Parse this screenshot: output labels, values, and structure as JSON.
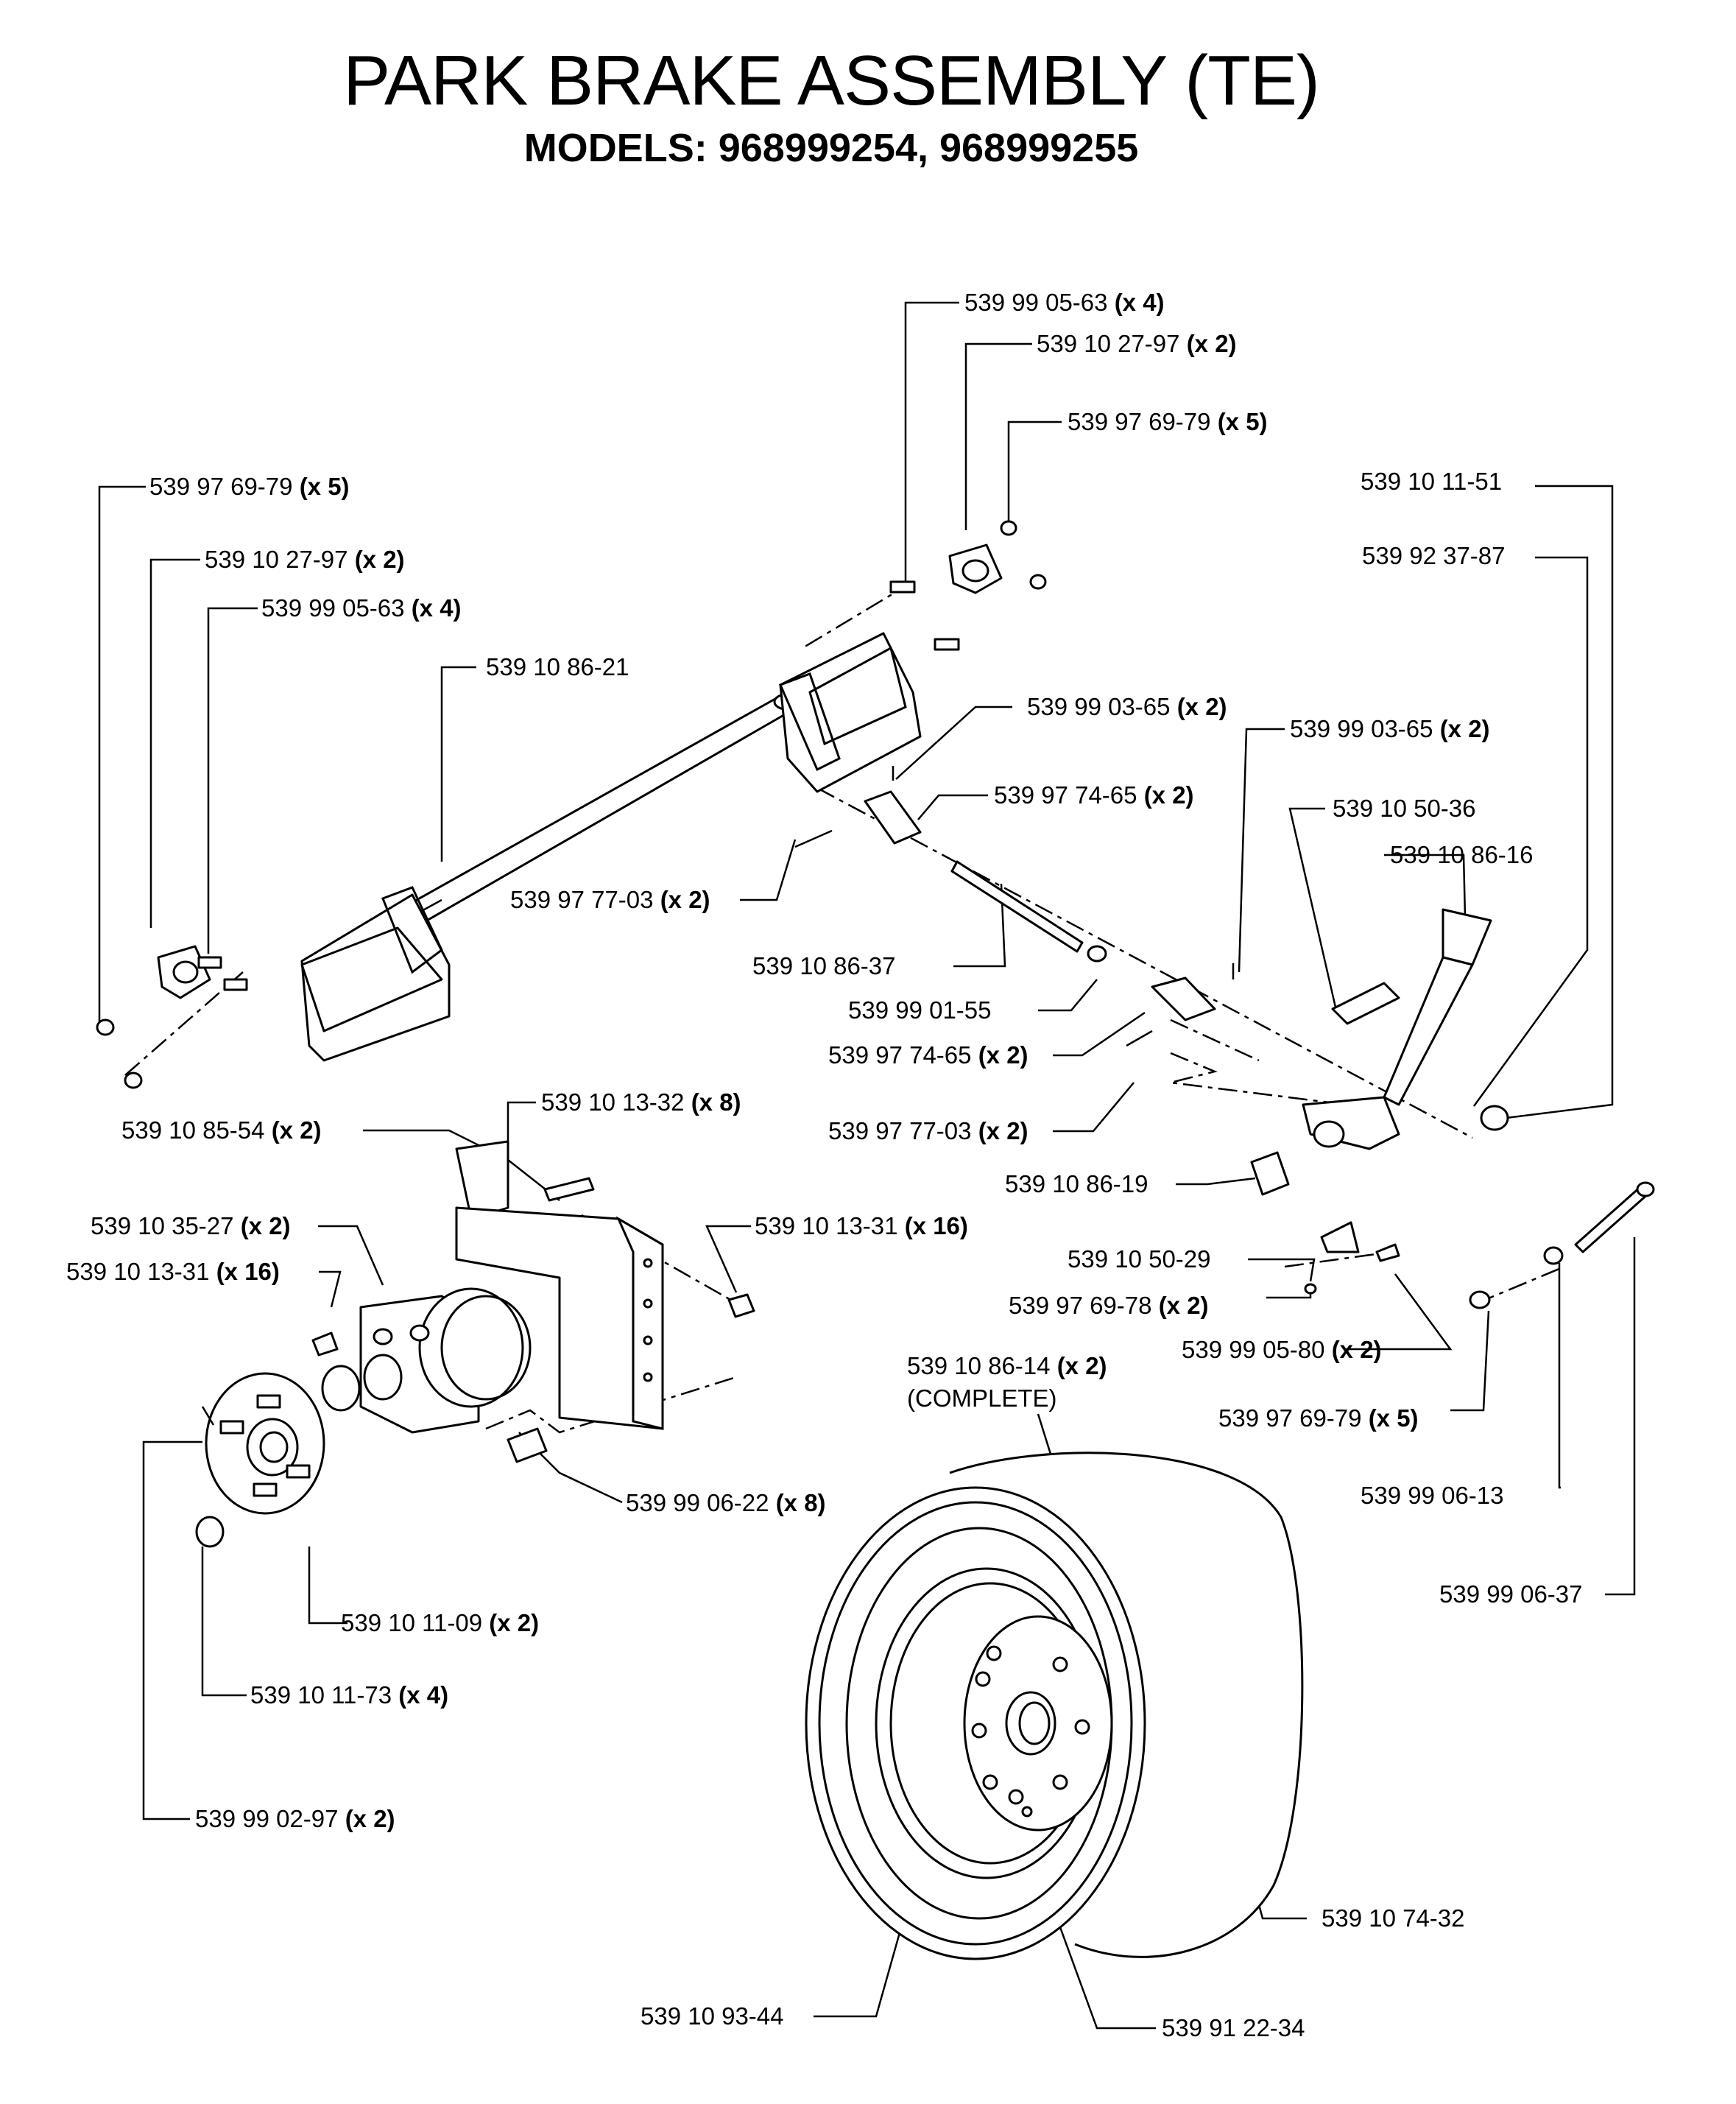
{
  "title": "PARK BRAKE ASSEMBLY (TE)",
  "subtitle": "MODELS:  968999254,  968999255",
  "callouts": [
    {
      "part": "539 99 05-63",
      "qty": "(x 4)"
    },
    {
      "part": "539 10 27-97",
      "qty": "(x 2)"
    },
    {
      "part": "539 97 69-79",
      "qty": "(x 5)"
    },
    {
      "part": "539 10 11-51",
      "qty": ""
    },
    {
      "part": "539 92 37-87",
      "qty": ""
    },
    {
      "part": "539 97 69-79",
      "qty": "(x 5)"
    },
    {
      "part": "539 10 27-97",
      "qty": "(x 2)"
    },
    {
      "part": "539 99 05-63",
      "qty": "(x 4)"
    },
    {
      "part": "539 10 86-21",
      "qty": ""
    },
    {
      "part": "539 99 03-65",
      "qty": "(x 2)"
    },
    {
      "part": "539 99 03-65",
      "qty": "(x 2)"
    },
    {
      "part": "539 97 74-65",
      "qty": "(x 2)"
    },
    {
      "part": "539 10 50-36",
      "qty": ""
    },
    {
      "part": "539 10 86-16",
      "qty": ""
    },
    {
      "part": "539 97 77-03",
      "qty": "(x 2)"
    },
    {
      "part": "539 10 86-37",
      "qty": ""
    },
    {
      "part": "539 99 01-55",
      "qty": ""
    },
    {
      "part": "539 97 74-65",
      "qty": "(x 2)"
    },
    {
      "part": "539 97 77-03",
      "qty": "(x 2)"
    },
    {
      "part": "539 10 86-19",
      "qty": ""
    },
    {
      "part": "539 10 85-54",
      "qty": "(x 2)"
    },
    {
      "part": "539 10 13-32",
      "qty": "(x 8)"
    },
    {
      "part": "539 10 35-27",
      "qty": "(x 2)"
    },
    {
      "part": "539 10 13-31",
      "qty": "(x 16)"
    },
    {
      "part": "539 10 13-31",
      "qty": "(x 16)"
    },
    {
      "part": "539 10 50-29",
      "qty": ""
    },
    {
      "part": "539 97 69-78",
      "qty": "(x 2)"
    },
    {
      "part": "539 99 05-80",
      "qty": "(x 2)"
    },
    {
      "part": "539 10 86-14",
      "qty": "(x 2)"
    },
    {
      "part": "(COMPLETE)",
      "qty": ""
    },
    {
      "part": "539 97 69-79",
      "qty": "(x 5)"
    },
    {
      "part": "539 99 06-13",
      "qty": ""
    },
    {
      "part": "539 99 06-22",
      "qty": "(x 8)"
    },
    {
      "part": "539 99 06-37",
      "qty": ""
    },
    {
      "part": "539 10 11-09",
      "qty": "(x 2)"
    },
    {
      "part": "539 10 11-73",
      "qty": "(x 4)"
    },
    {
      "part": "539 99 02-97",
      "qty": "(x 2)"
    },
    {
      "part": "539 10 74-32",
      "qty": ""
    },
    {
      "part": "539 10 93-44",
      "qty": ""
    },
    {
      "part": "539 91 22-34",
      "qty": ""
    }
  ]
}
